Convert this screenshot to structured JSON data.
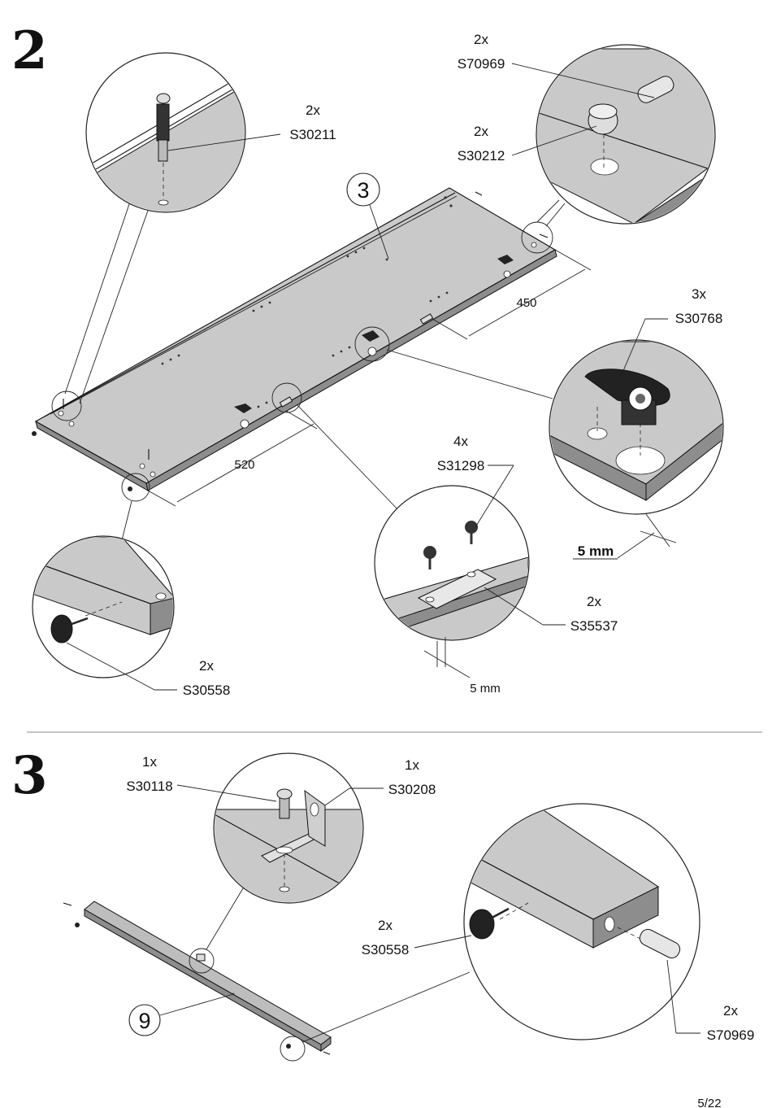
{
  "page": {
    "number": "5/22"
  },
  "steps": [
    {
      "number": "2"
    },
    {
      "number": "3"
    }
  ],
  "step2": {
    "panel_part": "3",
    "dimensions": {
      "d450": "450",
      "d520": "520",
      "gap_a": "5 mm",
      "gap_b": "5 mm"
    },
    "callouts": {
      "s70969": {
        "qty": "2x",
        "code": "S70969"
      },
      "s30212": {
        "qty": "2x",
        "code": "S30212"
      },
      "s30211": {
        "qty": "2x",
        "code": "S30211"
      },
      "s30768": {
        "qty": "3x",
        "code": "S30768"
      },
      "s31298": {
        "qty": "4x",
        "code": "S31298"
      },
      "s35537": {
        "qty": "2x",
        "code": "S35537"
      },
      "s30558": {
        "qty": "2x",
        "code": "S30558"
      }
    }
  },
  "step3": {
    "rail_part": "9",
    "callouts": {
      "s30118": {
        "qty": "1x",
        "code": "S30118"
      },
      "s30208": {
        "qty": "1x",
        "code": "S30208"
      },
      "s30558": {
        "qty": "2x",
        "code": "S30558"
      },
      "s70969": {
        "qty": "2x",
        "code": "S70969"
      }
    }
  }
}
